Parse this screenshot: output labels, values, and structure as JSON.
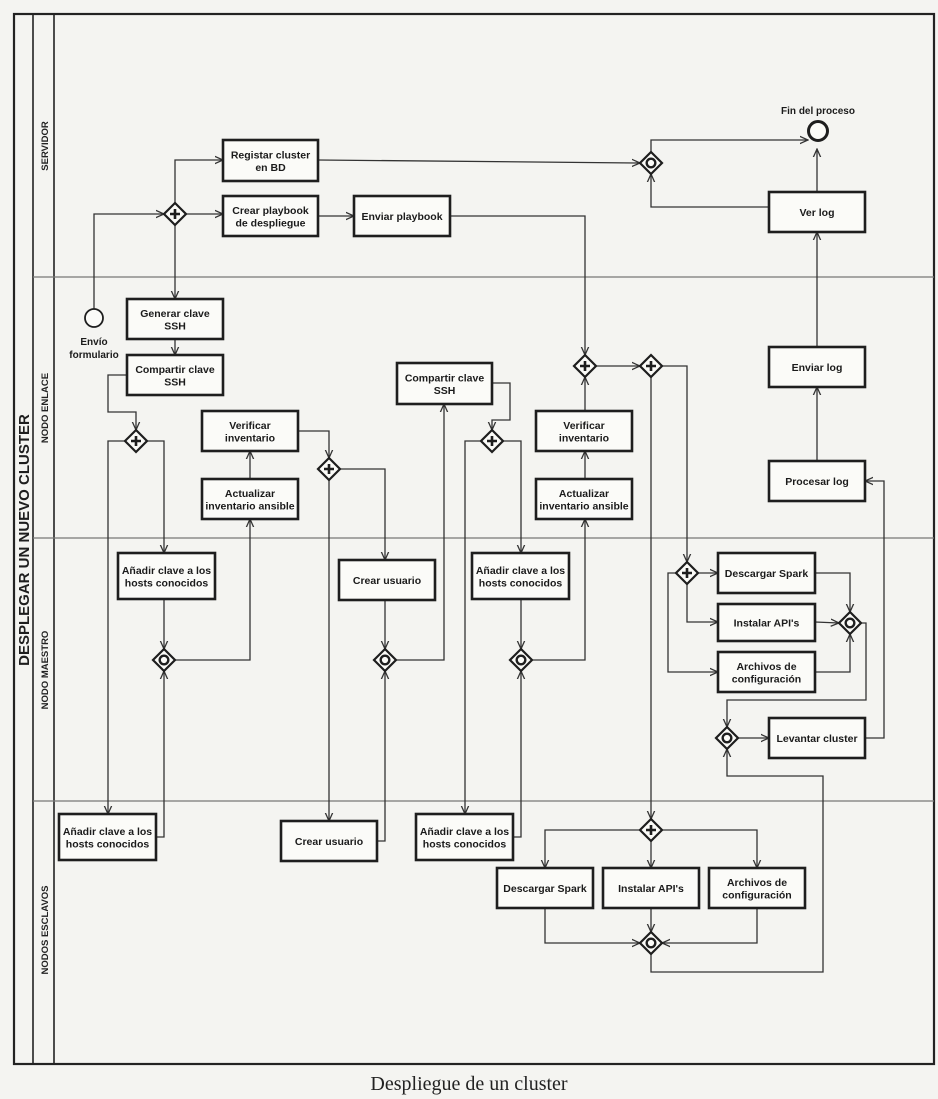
{
  "pool": {
    "title": "DESPLEGAR UN NUEVO CLUSTER"
  },
  "lanes": [
    "SERVIDOR",
    "NODO ENLACE",
    "NODO MAESTRO",
    "NODOS ESCLAVOS"
  ],
  "events": {
    "start": {
      "label": [
        "Envío",
        "formulario"
      ]
    },
    "end": {
      "label": [
        "Fin del proceso"
      ]
    }
  },
  "tasks": {
    "registrar": [
      "Registar cluster",
      "en BD"
    ],
    "crear_playbook": [
      "Crear playbook",
      "de despliegue"
    ],
    "enviar_playbook": [
      "Enviar playbook"
    ],
    "ver_log": [
      "Ver log"
    ],
    "generar_clave": [
      "Generar clave",
      "SSH"
    ],
    "compartir_clave_1": [
      "Compartir clave",
      "SSH"
    ],
    "verificar_inv_1": [
      "Verificar",
      "inventario"
    ],
    "actualizar_inv_1": [
      "Actualizar",
      "inventario ansible"
    ],
    "compartir_clave_2": [
      "Compartir clave",
      "SSH"
    ],
    "verificar_inv_2": [
      "Verificar",
      "inventario"
    ],
    "actualizar_inv_2": [
      "Actualizar",
      "inventario ansible"
    ],
    "enviar_log": [
      "Enviar log"
    ],
    "procesar_log": [
      "Procesar log"
    ],
    "m_anadir_1": [
      "Añadir clave a los",
      "hosts conocidos"
    ],
    "m_crear_usuario": [
      "Crear usuario"
    ],
    "m_anadir_2": [
      "Añadir clave a los",
      "hosts conocidos"
    ],
    "m_descargar_spark": [
      "Descargar Spark"
    ],
    "m_instalar_apis": [
      "Instalar API's"
    ],
    "m_archivos": [
      "Archivos de",
      "configuración"
    ],
    "m_levantar": [
      "Levantar cluster"
    ],
    "s_anadir_1": [
      "Añadir clave a los",
      "hosts conocidos"
    ],
    "s_crear_usuario": [
      "Crear usuario"
    ],
    "s_anadir_2": [
      "Añadir clave a los",
      "hosts conocidos"
    ],
    "s_descargar_spark": [
      "Descargar Spark"
    ],
    "s_instalar_apis": [
      "Instalar API's"
    ],
    "s_archivos": [
      "Archivos de",
      "configuración"
    ]
  },
  "gateways": [
    {
      "id": "g_split_srv",
      "type": "parallel"
    },
    {
      "id": "g_join_srv",
      "type": "inclusive"
    },
    {
      "id": "g_enl_1",
      "type": "parallel"
    },
    {
      "id": "g_enl_2",
      "type": "parallel"
    },
    {
      "id": "g_enl_3",
      "type": "parallel"
    },
    {
      "id": "g_enl_4",
      "type": "parallel"
    },
    {
      "id": "g_enl_5",
      "type": "parallel"
    },
    {
      "id": "g_m_1",
      "type": "inclusive"
    },
    {
      "id": "g_m_2",
      "type": "inclusive"
    },
    {
      "id": "g_m_3",
      "type": "inclusive"
    },
    {
      "id": "g_m_split",
      "type": "parallel"
    },
    {
      "id": "g_m_join",
      "type": "inclusive"
    },
    {
      "id": "g_m_lev",
      "type": "inclusive"
    },
    {
      "id": "g_s_split",
      "type": "parallel"
    },
    {
      "id": "g_s_join",
      "type": "inclusive"
    }
  ],
  "caption": "Despliegue de un cluster"
}
